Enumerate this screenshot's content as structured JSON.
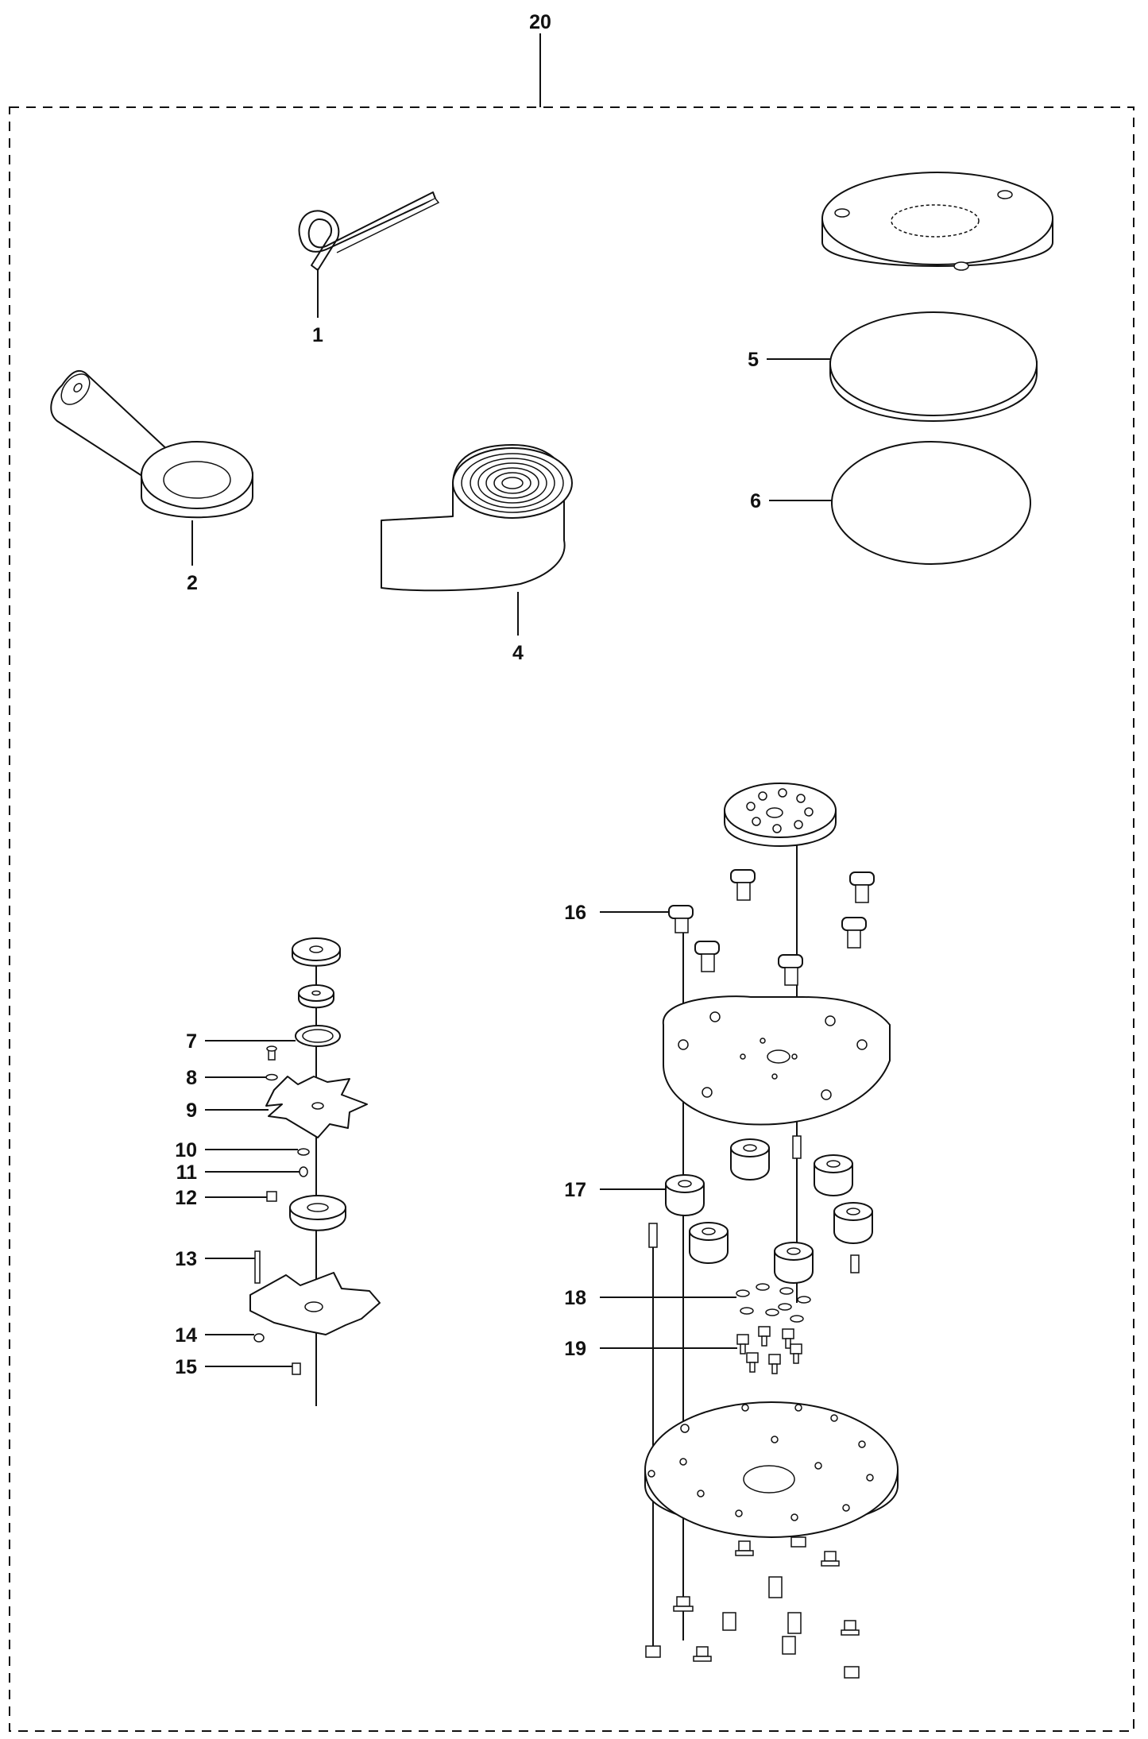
{
  "assembly": {
    "number": "20"
  },
  "callouts": [
    {
      "id": "1",
      "label": "1"
    },
    {
      "id": "2",
      "label": "2"
    },
    {
      "id": "4",
      "label": "4"
    },
    {
      "id": "5",
      "label": "5"
    },
    {
      "id": "6",
      "label": "6"
    },
    {
      "id": "7",
      "label": "7"
    },
    {
      "id": "8",
      "label": "8"
    },
    {
      "id": "9",
      "label": "9"
    },
    {
      "id": "10",
      "label": "10"
    },
    {
      "id": "11",
      "label": "11"
    },
    {
      "id": "12",
      "label": "12"
    },
    {
      "id": "13",
      "label": "13"
    },
    {
      "id": "14",
      "label": "14"
    },
    {
      "id": "15",
      "label": "15"
    },
    {
      "id": "16",
      "label": "16"
    },
    {
      "id": "17",
      "label": "17"
    },
    {
      "id": "18",
      "label": "18"
    },
    {
      "id": "19",
      "label": "19"
    }
  ],
  "colors": {
    "line": "#111111",
    "background": "#ffffff"
  }
}
